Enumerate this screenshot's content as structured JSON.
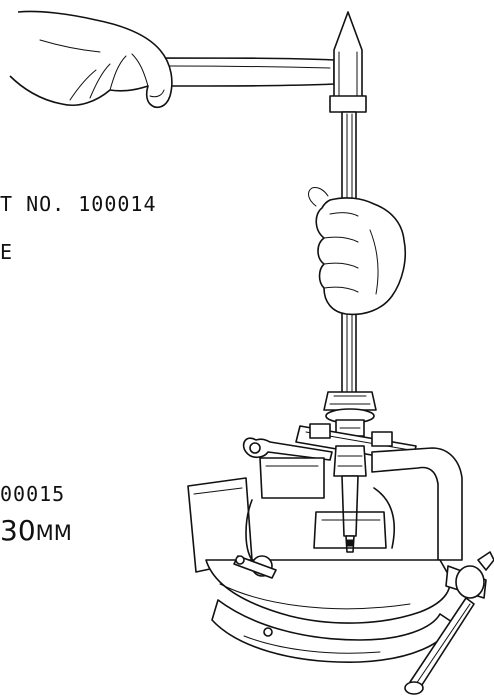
{
  "labels": {
    "part_no": "T NO. 100014",
    "line2": "E",
    "part2": "00015",
    "size_num": "30",
    "size_unit": "MM"
  }
}
